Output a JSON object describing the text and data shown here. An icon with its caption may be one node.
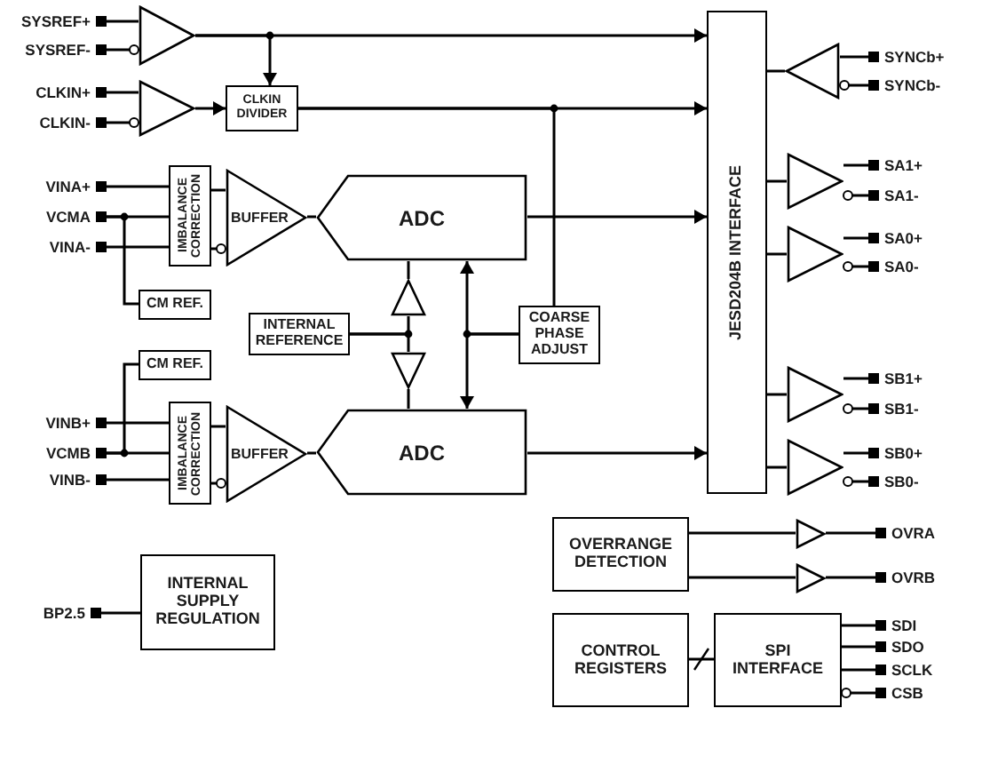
{
  "diagram": {
    "nodes": [
      {
        "text": [
          "SYSREF+"
        ]
      },
      {
        "text": [
          "SYSREF-"
        ]
      },
      {
        "text": [],
        "shape": "triangle"
      },
      {
        "text": [
          "JESD204B INTERFACE"
        ]
      },
      {
        "text": [],
        "shape": "triangle"
      },
      {
        "text": [
          "SYNCb+"
        ]
      },
      {
        "text": [
          "SYNCb-"
        ]
      },
      {
        "text": [
          "CLKIN+"
        ]
      },
      {
        "text": [
          "CLKIN-"
        ]
      },
      {
        "text": [],
        "shape": "triangle"
      },
      {
        "text": [
          "CLKIN DIVIDER"
        ]
      },
      {
        "text": [],
        "shape": "triangle"
      },
      {
        "text": [
          "SA1+"
        ]
      },
      {
        "text": [
          "SA1-"
        ]
      },
      {
        "text": [
          "VINA+"
        ]
      },
      {
        "text": [
          "VCMA"
        ]
      },
      {
        "text": [
          "VINA-"
        ]
      },
      {
        "text": [
          "IMBALANCE CORRECTION"
        ]
      },
      {
        "text": [
          "BUFFER"
        ]
      },
      {
        "text": [
          "ADC"
        ]
      },
      {
        "text": [],
        "shape": "triangle"
      },
      {
        "text": [
          "SA0+"
        ]
      },
      {
        "text": [
          "SA0-"
        ]
      },
      {
        "text": [
          "CM REF."
        ]
      },
      {
        "text": [],
        "shape": "triangle"
      },
      {
        "text": [
          "INTERNAL REFERENCE"
        ]
      },
      {
        "text": [
          "COARSE PHASE ADJUST"
        ]
      },
      {
        "text": [],
        "shape": "triangle"
      },
      {
        "text": [
          "CM REF."
        ]
      },
      {
        "text": [],
        "shape": "triangle"
      },
      {
        "text": [
          "SB1+"
        ]
      },
      {
        "text": [
          "SB1-"
        ]
      },
      {
        "text": [
          "VINB+"
        ]
      },
      {
        "text": [
          "VCMB"
        ]
      },
      {
        "text": [
          "VINB-"
        ]
      },
      {
        "text": [
          "IMBALANCE CORRECTION"
        ]
      },
      {
        "text": [
          "BUFFER"
        ]
      },
      {
        "text": [
          "ADC"
        ]
      },
      {
        "text": [],
        "shape": "triangle"
      },
      {
        "text": [
          "SB0+"
        ]
      },
      {
        "text": [
          "SB0-"
        ]
      },
      {
        "text": [
          "OVERRANGE DETECTION"
        ]
      },
      {
        "text": [],
        "shape": "triangle"
      },
      {
        "text": [
          "OVRA"
        ]
      },
      {
        "text": [],
        "shape": "triangle"
      },
      {
        "text": [
          "OVRB"
        ]
      },
      {
        "text": [
          "INTERNAL SUPPLY REGULATION"
        ]
      },
      {
        "text": [
          "BP2.5"
        ]
      },
      {
        "text": [
          "CONTROL REGISTERS"
        ]
      },
      {
        "text": [
          "SPI INTERFACE"
        ]
      },
      {
        "text": [
          "SDI"
        ]
      },
      {
        "text": [
          "SDO"
        ]
      },
      {
        "text": [
          "SCLK"
        ]
      },
      {
        "text": [
          "CSB"
        ]
      }
    ],
    "edges": [
      {
        "from": 0,
        "to": 2,
        "arrow": "none"
      },
      {
        "from": 1,
        "to": 2,
        "arrow": "other"
      },
      {
        "from": 2,
        "to": 3,
        "arrow": "to"
      },
      {
        "from": 2,
        "to": 10,
        "arrow": "to"
      },
      {
        "from": 3,
        "to": 4,
        "arrow": "none"
      },
      {
        "from": 5,
        "to": 4,
        "arrow": "none"
      },
      {
        "from": 6,
        "to": 4,
        "arrow": "other"
      },
      {
        "from": 7,
        "to": 9,
        "arrow": "none"
      },
      {
        "from": 8,
        "to": 9,
        "arrow": "other"
      },
      {
        "from": 9,
        "to": 10,
        "arrow": "to"
      },
      {
        "from": 10,
        "to": 3,
        "arrow": "to"
      },
      {
        "from": 10,
        "to": 26,
        "arrow": "none"
      },
      {
        "from": 3,
        "to": 11,
        "arrow": "none"
      },
      {
        "from": 12,
        "to": 11,
        "arrow": "none"
      },
      {
        "from": 13,
        "to": 11,
        "arrow": "other"
      },
      {
        "from": 14,
        "to": 17,
        "arrow": "none"
      },
      {
        "from": 15,
        "to": 17,
        "arrow": "none"
      },
      {
        "from": 16,
        "to": 17,
        "arrow": "none"
      },
      {
        "from": 15,
        "to": 23,
        "arrow": "none"
      },
      {
        "from": 17,
        "to": 18,
        "arrow": "none"
      },
      {
        "from": 17,
        "to": 18,
        "arrow": "other"
      },
      {
        "from": 18,
        "to": 19,
        "arrow": "none"
      },
      {
        "from": 19,
        "to": 3,
        "arrow": "to"
      },
      {
        "from": 3,
        "to": 20,
        "arrow": "none"
      },
      {
        "from": 21,
        "to": 20,
        "arrow": "none"
      },
      {
        "from": 22,
        "to": 20,
        "arrow": "other"
      },
      {
        "from": 25,
        "to": 24,
        "arrow": "none"
      },
      {
        "from": 25,
        "to": 27,
        "arrow": "none"
      },
      {
        "from": 24,
        "to": 19,
        "arrow": "none"
      },
      {
        "from": 27,
        "to": 37,
        "arrow": "none"
      },
      {
        "from": 26,
        "to": 19,
        "arrow": "to"
      },
      {
        "from": 26,
        "to": 37,
        "arrow": "to"
      },
      {
        "from": 28,
        "to": 33,
        "arrow": "none"
      },
      {
        "from": 3,
        "to": 29,
        "arrow": "none"
      },
      {
        "from": 30,
        "to": 29,
        "arrow": "none"
      },
      {
        "from": 31,
        "to": 29,
        "arrow": "other"
      },
      {
        "from": 32,
        "to": 35,
        "arrow": "none"
      },
      {
        "from": 33,
        "to": 35,
        "arrow": "none"
      },
      {
        "from": 34,
        "to": 35,
        "arrow": "none"
      },
      {
        "from": 35,
        "to": 36,
        "arrow": "none"
      },
      {
        "from": 35,
        "to": 36,
        "arrow": "other"
      },
      {
        "from": 36,
        "to": 37,
        "arrow": "none"
      },
      {
        "from": 37,
        "to": 3,
        "arrow": "to"
      },
      {
        "from": 3,
        "to": 38,
        "arrow": "none"
      },
      {
        "from": 39,
        "to": 38,
        "arrow": "none"
      },
      {
        "from": 40,
        "to": 38,
        "arrow": "other"
      },
      {
        "from": 41,
        "to": 42,
        "arrow": "none"
      },
      {
        "from": 42,
        "to": 43,
        "arrow": "none"
      },
      {
        "from": 41,
        "to": 44,
        "arrow": "none"
      },
      {
        "from": 44,
        "to": 45,
        "arrow": "none"
      },
      {
        "from": 47,
        "to": 46,
        "arrow": "none"
      },
      {
        "from": 48,
        "to": 49,
        "arrow": "none"
      },
      {
        "from": 49,
        "to": 50,
        "arrow": "none"
      },
      {
        "from": 49,
        "to": 51,
        "arrow": "none"
      },
      {
        "from": 49,
        "to": 52,
        "arrow": "none"
      },
      {
        "from": 53,
        "to": 49,
        "arrow": "other"
      }
    ]
  }
}
